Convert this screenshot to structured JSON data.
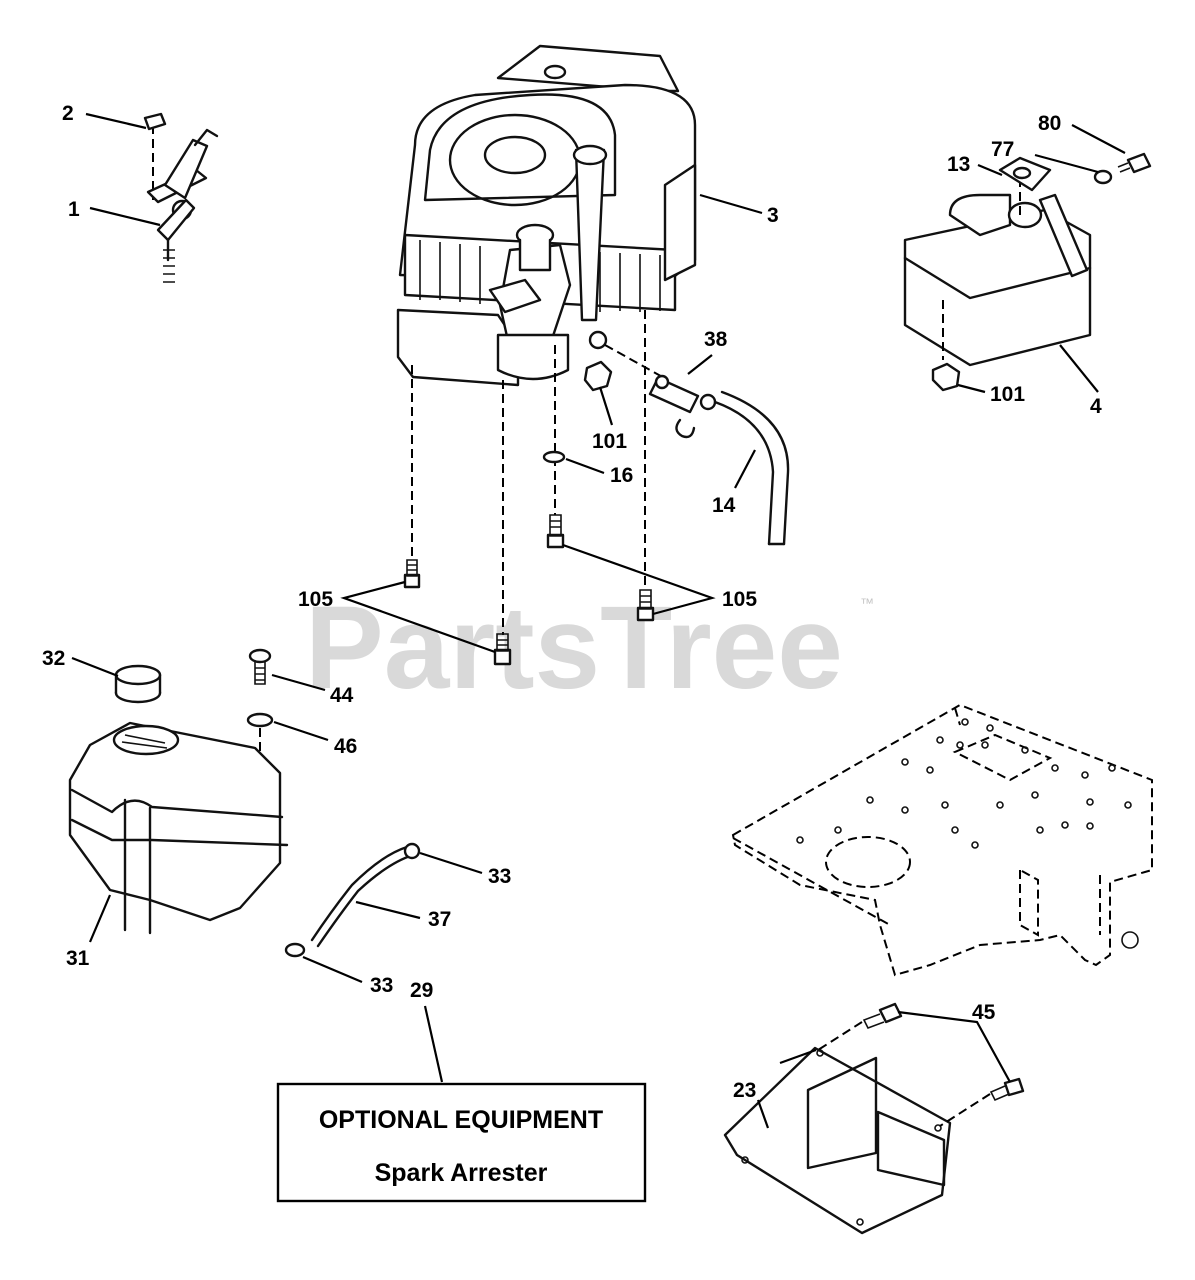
{
  "watermark": {
    "text": "PartsTree",
    "mark": "™"
  },
  "labels": {
    "p1": "1",
    "p2": "2",
    "p3": "3",
    "p4": "4",
    "p13": "13",
    "p77": "77",
    "p80": "80",
    "p38": "38",
    "p14": "14",
    "p16": "16",
    "p101a": "101",
    "p101b": "101",
    "p105a": "105",
    "p105b": "105",
    "p32": "32",
    "p44": "44",
    "p46": "46",
    "p31": "31",
    "p33a": "33",
    "p33b": "33",
    "p37": "37",
    "p29": "29",
    "p45": "45",
    "p23": "23"
  },
  "note_box": {
    "title": "OPTIONAL EQUIPMENT",
    "subtitle": "Spark Arrester"
  }
}
